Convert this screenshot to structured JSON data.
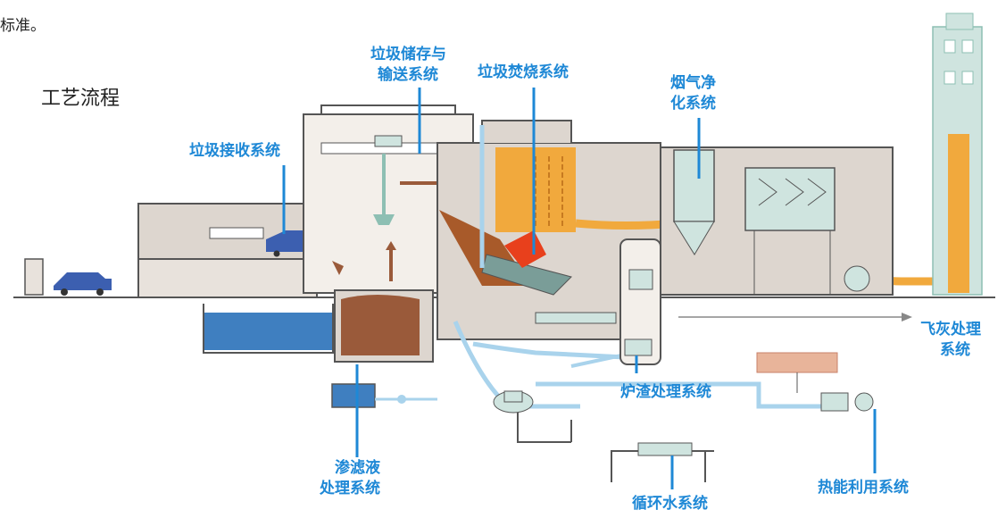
{
  "top_text": "标准。",
  "title": "工艺流程",
  "labels": {
    "receiving": "垃圾接收系统",
    "storage_line1": "垃圾储存与",
    "storage_line2": "输送系统",
    "incineration": "垃圾焚烧系统",
    "flue_line1": "烟气净",
    "flue_line2": "化系统",
    "flyash_line1": "飞灰处理",
    "flyash_line2": "系统",
    "slag": "炉渣处理系统",
    "leachate_line1": "渗滤液",
    "leachate_line2": "处理系统",
    "water": "循环水系统",
    "heat": "热能利用系统"
  },
  "colors": {
    "label_blue": "#1e88d6",
    "wall_fill": "#ddd6cf",
    "outline": "#555555",
    "flue_orange": "#f1a93d",
    "water_blue": "#a9d3ec",
    "pool_blue": "#3f7fc0",
    "waste_brown": "#9a5a3a",
    "flame": "#e8401c",
    "equipment_teal": "#cfe4df",
    "pipe_red": "#e8b49a"
  },
  "icons": [
    "truck-icon",
    "crane-icon",
    "stack-icon",
    "fan-icon",
    "pump-icon"
  ]
}
